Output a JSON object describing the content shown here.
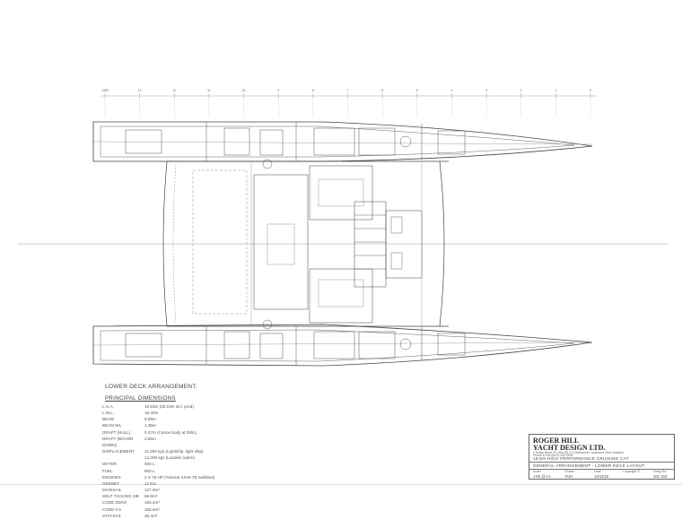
{
  "drawing": {
    "view_title": "LOWER DECK ARRANGEMENT.",
    "station_labels": [
      "1350",
      "13",
      "12",
      "11",
      "10",
      "9",
      "8",
      "7",
      "6",
      "5",
      "4",
      "3",
      "2",
      "1",
      "0"
    ]
  },
  "specs": {
    "heading": "PRINCIPAL DIMENSIONS",
    "rows": [
      {
        "key": "L.O.A.",
        "value": "18.53m (20.18m incl. prod)"
      },
      {
        "key": "L.W.L.",
        "value": "18.40m"
      },
      {
        "key": "BEAM",
        "value": "8.99m"
      },
      {
        "key": "BEAM WL",
        "value": "1.35m"
      },
      {
        "key": "DRAFT (HULL)",
        "value": "0.47m (Canoe body at DWL)"
      },
      {
        "key": "DRAFT (BOARD DOWN)",
        "value": "2.85m"
      },
      {
        "key": "DISPLACEMENT",
        "value": "11,000 kgs (Lightship, light ship)"
      },
      {
        "key": "",
        "value": "14,300 kgs (Loaded, laden)"
      },
      {
        "key": "WATER",
        "value": "600 L"
      },
      {
        "key": "FUEL",
        "value": "800 L"
      },
      {
        "key": "ENGINES",
        "value": "2 X 75 HP (Yanmar 4JH4-TE saildrive)"
      },
      {
        "key": "GENSET",
        "value": "12 Kw"
      },
      {
        "key": "",
        "value": ""
      },
      {
        "key": "MAINSAIL",
        "value": "127.8m²"
      },
      {
        "key": "SELF TACKING JIB",
        "value": "69.9m²"
      },
      {
        "key": "CODE ZERO",
        "value": "155.4m²"
      },
      {
        "key": "CODE 0.5",
        "value": "185.6m²"
      },
      {
        "key": "STAYSAIL",
        "value": "36.4m²"
      }
    ]
  },
  "title_block": {
    "company_line1": "ROGER HILL",
    "company_line2": "YACHT DESIGN LTD.",
    "address": "1 Kellys Road, PO Box 85-174 Warkworth, Auckland, New Zealand",
    "contact": "Phone & Fax (64 9) 425 9005",
    "project": "18.5m HIGH PERFORMANCE CRUISING CAT",
    "drawing_title": "GENERAL ARRANGEMENT - LOWER DECK LAYOUT.",
    "scale_label": "Scale",
    "scale_value": "1:50 @ A1",
    "drawn_label": "Drawn",
    "drawn_value": "RJH",
    "date_label": "Date",
    "date_value": "12/11/15",
    "copyright_label": "Copyright ©",
    "dwg_label": "Drwg No.",
    "dwg_value": "101 103"
  }
}
